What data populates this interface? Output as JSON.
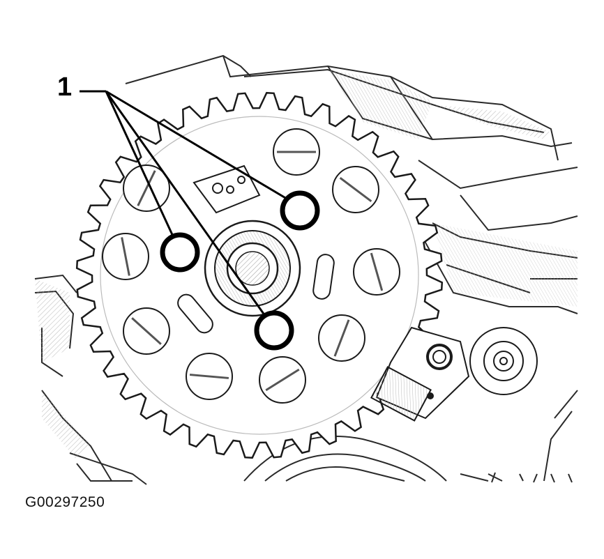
{
  "figure": {
    "callout_number": "1",
    "figure_id": "G00297250",
    "subject": "camshaft-sprocket-with-bolts",
    "highlighted_bolt_count": 3,
    "sprocket_tooth_count": 40
  },
  "colors": {
    "background": "#ffffff",
    "line": "#1a1a1a",
    "hatch": "#9a9a9a",
    "highlight": "#000000"
  }
}
